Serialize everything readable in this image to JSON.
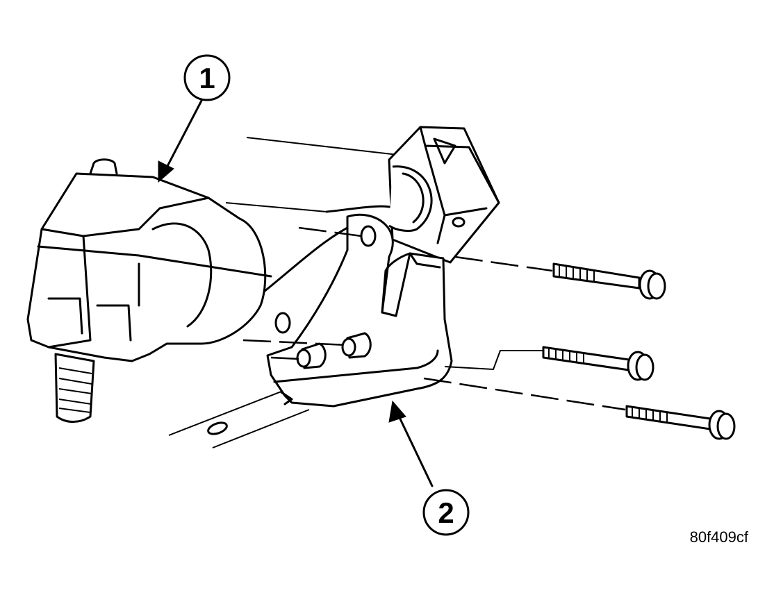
{
  "callouts": [
    {
      "label": "1"
    },
    {
      "label": "2"
    }
  ],
  "figure_reference": "80f409cf"
}
